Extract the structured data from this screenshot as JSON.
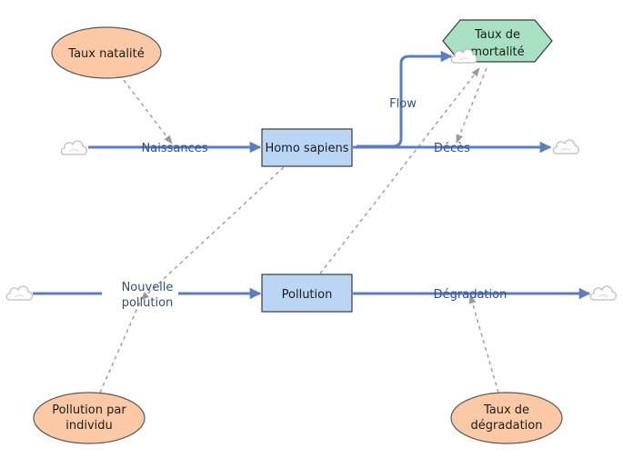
{
  "colors": {
    "flow": "#5b7ec0",
    "flow_label": "#2e4f86",
    "stock_fill": "#b9d7f5",
    "stock_stroke": "#3a3a3a",
    "param_fill": "#fbc9a6",
    "param_stroke": "#5a5a5a",
    "converter_fill": "#a8e0c4",
    "link": "#9a9a9a",
    "cloud": "#bdbdbd"
  },
  "stocks": {
    "homo_sapiens": "Homo sapiens",
    "pollution": "Pollution"
  },
  "flows": {
    "naissances": "Naissances",
    "deces": "Décès",
    "nouvelle_pollution_1": "Nouvelle",
    "nouvelle_pollution_2": "pollution",
    "degradation": "Dégradation",
    "flow": "Flow"
  },
  "parameters": {
    "taux_natalite": "Taux natalité",
    "pollution_par_individu_1": "Pollution par",
    "pollution_par_individu_2": "individu",
    "taux_degradation_1": "Taux de",
    "taux_degradation_2": "dégradation"
  },
  "converters": {
    "taux_mortalite_1": "Taux de",
    "taux_mortalite_2": "mortalité"
  },
  "icons": [
    "cloud-icon",
    "arrowhead-icon"
  ]
}
